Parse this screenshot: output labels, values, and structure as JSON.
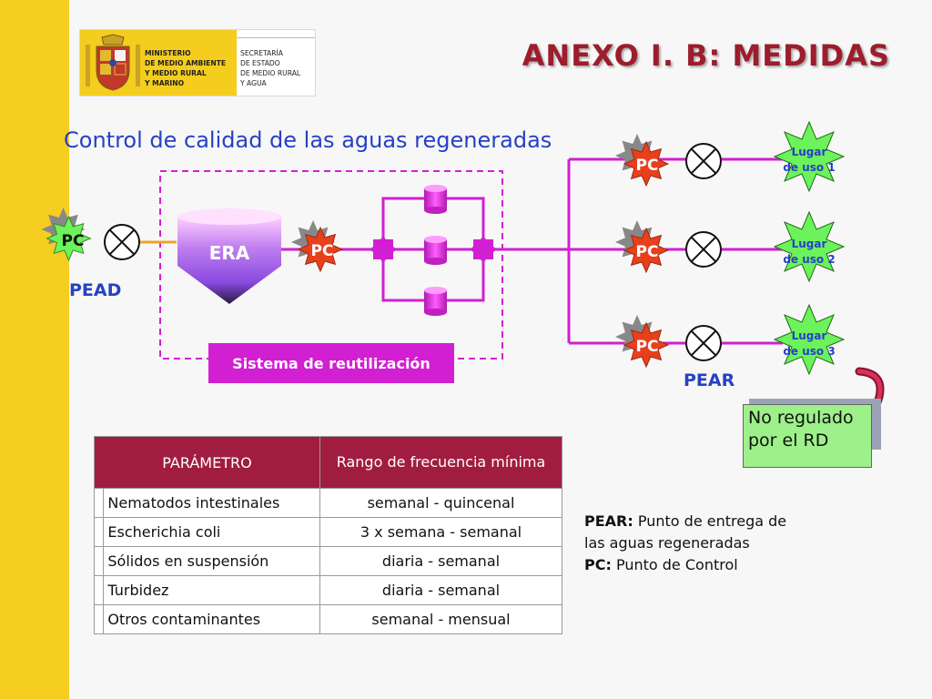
{
  "header": {
    "logo_ministry": "MINISTERIO\nDE MEDIO AMBIENTE\nY MEDIO RURAL\nY MARINO",
    "logo_secretaria": "SECRETARÍA\nDE ESTADO\nDE MEDIO RURAL\nY AGUA",
    "title": "ANEXO I. B: MEDIDAS"
  },
  "subtitle": "Control de calidad de las aguas regeneradas",
  "diagram": {
    "pc_label": "PC",
    "era_label": "ERA",
    "pead_label": "PEAD",
    "pear_label": "PEAR",
    "sistema_label": "Sistema de reutilización",
    "lugares": [
      {
        "line1": "Lugar",
        "line2": "de uso 1"
      },
      {
        "line1": "Lugar",
        "line2": "de uso 2"
      },
      {
        "line1": "Lugar",
        "line2": "de uso 3"
      }
    ],
    "no_regulado": "No regulado por el RD"
  },
  "table": {
    "headers": [
      "PARÁMETRO",
      "Rango de frecuencia mínima"
    ],
    "rows": [
      {
        "param": "Nematodos intestinales",
        "freq": "semanal - quincenal"
      },
      {
        "param": "Escherichia coli",
        "freq": "3 x semana - semanal"
      },
      {
        "param": "Sólidos en suspensión",
        "freq": "diaria - semanal"
      },
      {
        "param": "Turbidez",
        "freq": "diaria - semanal"
      },
      {
        "param": "Otros contaminantes",
        "freq": "semanal - mensual"
      }
    ]
  },
  "legend": {
    "pear_term": "PEAR:",
    "pear_desc": "Punto de entrega de las aguas regeneradas",
    "pc_term": "PC:",
    "pc_desc": "Punto de Control"
  },
  "colors": {
    "accent_yellow": "#f6ce1f",
    "title_red": "#9c1d2c",
    "subtitle_blue": "#2741c4",
    "magenta": "#d21fd2",
    "pc_red": "#e8401c",
    "lugar_green": "#6cf25a",
    "table_header": "#a11d40"
  }
}
